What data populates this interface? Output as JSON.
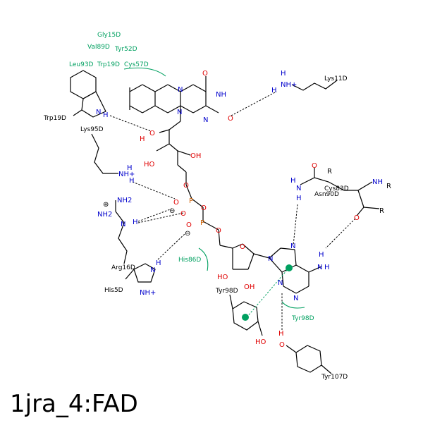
{
  "title": "1jra_4:FAD",
  "residues": {
    "gly15d": "Gly15D",
    "val89d": "Val89D",
    "tyr52d": "Tyr52D",
    "leu93d": "Leu93D",
    "trp19d_h": "Trp19D",
    "cys57d": "Cys57D",
    "lys11d": "Lys11D",
    "trp19d": "Trp19D",
    "lys95d": "Lys95D",
    "arg16d": "Arg16D",
    "his5d": "His5D",
    "his86d": "His86D",
    "tyr98d": "Tyr98D",
    "tyr98d_h": "Tyr98D",
    "cys83d": "Cys83D",
    "asn90d": "Asn90D",
    "tyr107d": "Tyr107D"
  },
  "atoms": {
    "o": "O",
    "nh": "NH",
    "n": "N",
    "h": "H",
    "ho": "HO",
    "oh": "OH",
    "p": "P",
    "nh2": "NH2",
    "nh_plus": "NH+",
    "r": "R",
    "minus": "⊖",
    "plus": "⊕"
  },
  "colors": {
    "oxygen": "#e00000",
    "nitrogen": "#0000cc",
    "phosphorus": "#d06000",
    "hydrophobic": "#00a060"
  }
}
